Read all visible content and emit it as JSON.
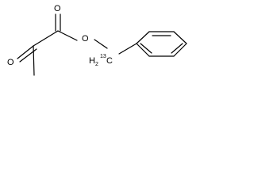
{
  "molecule": {
    "atoms": {
      "carbonyl_oxygen_top": "O",
      "ester_oxygen": "O",
      "keto_oxygen": "O",
      "benzylic_carbon": {
        "hydrogen_prefix": "H",
        "hydrogen_count": "2",
        "isotope_mass": "13",
        "element": "C"
      }
    }
  },
  "colors": {
    "bond": "#000000",
    "text": "#000000",
    "background": "#ffffff"
  }
}
